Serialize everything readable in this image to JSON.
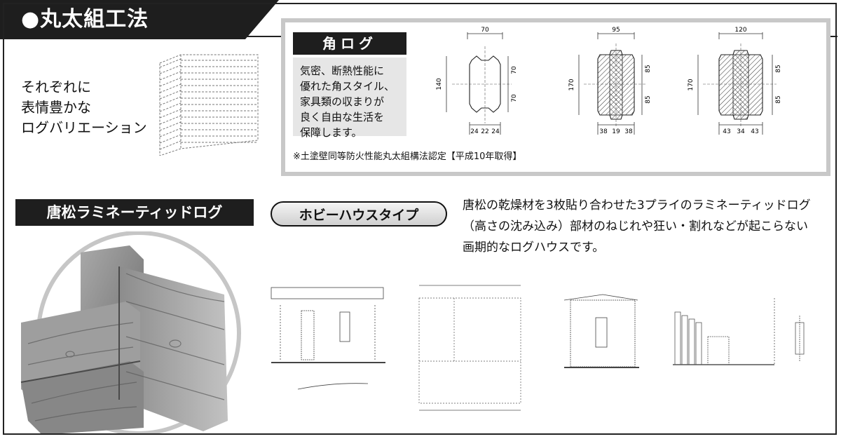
{
  "header": {
    "title": "●丸太組工法"
  },
  "intro": {
    "lines": [
      "それぞれに",
      "表情豊かな",
      "ログバリエーション"
    ]
  },
  "kaku_log": {
    "label": "角ログ",
    "description": [
      "気密、断熱性能に",
      "優れた角スタイル、",
      "家具類の収まりが",
      "良く自由な生活を",
      "保障します。"
    ],
    "note": "※土塗壁同等防火性能丸太組構法認定【平成10年取得】"
  },
  "profiles": [
    {
      "width": "70",
      "height": "140",
      "halves": [
        "70",
        "70"
      ],
      "bottom": [
        "24",
        "22",
        "24"
      ]
    },
    {
      "width": "95",
      "height": "170",
      "halves": [
        "85",
        "85"
      ],
      "bottom": [
        "38",
        "19",
        "38"
      ]
    },
    {
      "width": "120",
      "height": "170",
      "halves": [
        "85",
        "85"
      ],
      "bottom": [
        "43",
        "34",
        "43"
      ]
    }
  ],
  "laminated": {
    "label": "唐松ラミネーティッドログ",
    "badge": "ホビーハウスタイプ",
    "description": [
      "唐松の乾燥材を3枚貼り合わせた3プライのラミネーティッドログ",
      "（高さの沈み込み）部材のねじれや狂い・割れなどが起こらない",
      "画期的なログハウスです。"
    ]
  },
  "colors": {
    "dark": "#1e1e1e",
    "frame": "#c8c8c8",
    "panel": "#e6e6e6"
  }
}
